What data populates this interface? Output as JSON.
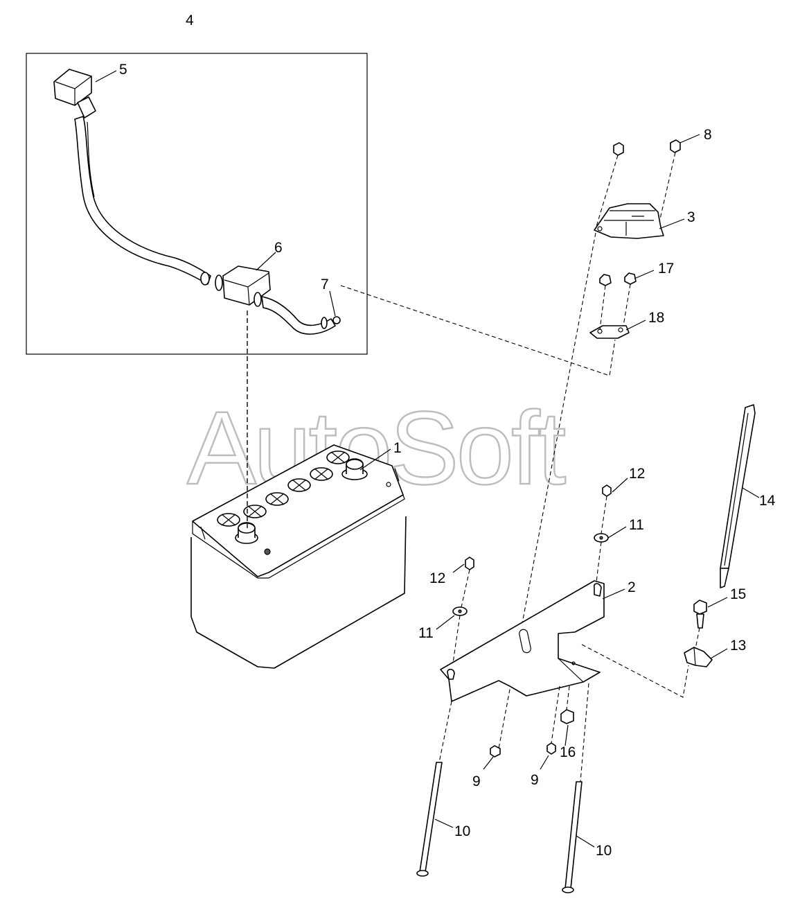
{
  "watermark": "AutoSoft",
  "callouts": {
    "c1": "1",
    "c2": "2",
    "c3": "3",
    "c4": "4",
    "c5": "5",
    "c6": "6",
    "c7": "7",
    "c8": "8",
    "c9a": "9",
    "c9b": "9",
    "c10a": "10",
    "c10b": "10",
    "c11a": "11",
    "c11b": "11",
    "c12a": "12",
    "c12b": "12",
    "c13": "13",
    "c14": "14",
    "c15": "15",
    "c16": "16",
    "c17": "17",
    "c18": "18"
  }
}
